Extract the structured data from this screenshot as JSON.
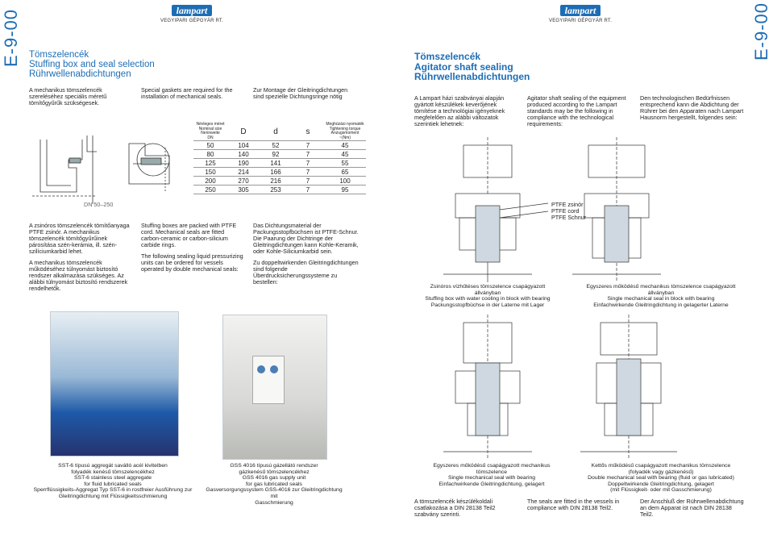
{
  "page": {
    "code_left": "E-9-00",
    "code_right": "E-9-00"
  },
  "logo_left": {
    "name": "lampart",
    "sub": "VEGYIPARI GÉPGYÁR RT."
  },
  "logo_right": {
    "name": "lampart",
    "sub": "VEGYIPARI GÉPGYÁR RT."
  },
  "left": {
    "title": [
      "Tömszelencék",
      "Stuffing box and seal selection",
      "Rührwellenabdichtungen"
    ],
    "intro_hu": "A mechanikus tömszelencék szereléséhez speciális méretű tömítőgyűrűk szükségesek.",
    "intro_en": "Special gaskets are required for the installation of mechanical seals.",
    "intro_de": "Zur Montage der Gleitringdichtungen sind spezielle Dichtungsringe nötig",
    "drawing_label": "DN 50–250",
    "table": {
      "head_nominal": [
        "Névleges méret",
        "Nominal size",
        "Nennweite",
        "DN"
      ],
      "head_D": "D",
      "head_d": "d",
      "head_s": "s",
      "head_torque": [
        "Meghúzási nyomaték",
        "Tightening torque",
        "Anzugsmoment",
        "~(Nm)"
      ],
      "rows": [
        [
          "50",
          "104",
          "52",
          "7",
          "45"
        ],
        [
          "80",
          "140",
          "92",
          "7",
          "45"
        ],
        [
          "125",
          "190",
          "141",
          "7",
          "55"
        ],
        [
          "150",
          "214",
          "166",
          "7",
          "65"
        ],
        [
          "200",
          "270",
          "216",
          "7",
          "100"
        ],
        [
          "250",
          "305",
          "253",
          "7",
          "95"
        ]
      ]
    },
    "body_hu_1": "A zsinóros tömszelencék tömítőanyaga PTFE zsinór. A mechanikus tömszelencék tömítőgyűrűinek párosítása szén-kerámia, ill. szén-szilíciumkarbid lehet.",
    "body_hu_2": "A mechanikus tömszelencék működéséhez túlnyomást biztosító rendszer alkalmazása szükséges. Az alábbi túlnyomást biztosító rendszerek rendelhetők.",
    "body_en_1": "Stuffing boxes are packed with PTFE cord. Mechanical seals are fitted carbon-ceramic or carbon-silicium carbide rings.",
    "body_en_2": "The following sealing liquid pressurizing units can be ordered for vessels operated by double mechanical seals:",
    "body_de_1": "Das Dichtungsmaterial der Packungsstopfbüchsen ist PTFE-Schnur. Die Paarung der Dichtringe der Gleitringdichtungen kann Kohle-Keramik, oder Kohle-Siliciumkarbid sein.",
    "body_de_2": "Zu doppeltwirkenden Gleitringdichtungen sind folgende Überdrucksicherungssysteme zu bestellen:",
    "caption_1": [
      "SST-6 típusú aggregát saválló acél kivitelben",
      "folyadék kenésű tömszelencékhez",
      "SST-6 stainless steel aggregate",
      "for fluid lubricated seals",
      "Sperrflüssigkeits-Aggregat Typ SST-6 in rostfreier Ausführung zur",
      "Gleitringdichtung mit Flüssigkeitsschmierung"
    ],
    "caption_2": [
      "GSS 4016 típusú gázellátó rendszer",
      "gázkenésű tömszelencékhez",
      "GSS 4016 gas supply unit",
      "for gas lubricated seals",
      "Gasversorgungssystem GSS-4016 zur Gleitringdichtung mit",
      "Gasschmierung"
    ]
  },
  "right": {
    "title": [
      "Tömszelencék",
      "Agitator shaft sealing",
      "Rührwellenabdichtungen"
    ],
    "intro_hu": "A Lampart házi szabványai alapján gyártott készülékek keverőjének tömítése a technológiai igényeknek megfelelően az alábbi változatok szerintiek lehetnek:",
    "intro_en": "Agitator shaft sealing of the equipment produced according to the Lampart standards may be the following in compliance with the technological requirements:",
    "intro_de": "Den technologischen Bedürfnissen entsprechend kann die Abdichtung der Rührer bei den Apparaten nach Lampart Hausnorm hergestellt, folgendes sein:",
    "ptfe_labels": [
      "PTFE zsinór",
      "PTFE cord",
      "PTFE Schnur"
    ],
    "caption_a": [
      "Zsinóros vízhűtéses tömszelence csapágyazott állványban",
      "Stuffing box with water cooling in block with bearing",
      "Packungsstopfbüchse in der Laterne mit Lager"
    ],
    "caption_b": [
      "Egyszeres működésű mechanikus tömszelence csapágyazott állványban",
      "Single mechanical seal in block with bearing",
      "Einfachwirkende Gleitringdichtung in gelagerter Laterne"
    ],
    "caption_c": [
      "Egyszeres működésű csapágyazott mechanikus tömszelence",
      "Single mechanical seal with bearing",
      "Einfachwirkende Gleitringdichtung, gelagert"
    ],
    "caption_d": [
      "Kettős működésű csapágyazott mechanikus tömszelence",
      "(folyadék vagy gázkenésű)",
      "Double mechanical seal with bearing (fluid or gas lubricated)",
      "Doppeltwirkende Gleitringdichtung, gelagert",
      "(mit Flüssigkeit- oder mit Gasschmierung)"
    ],
    "footer_hu": "A tömszelencék készülékoldali csatlakozása a DIN 28138 Teil2 szabvány szerinti.",
    "footer_en": "The seals are fitted in the vessels in compliance with DIN 28138 Teil2.",
    "footer_de": "Der Anschluß der Rührwellenabdichtung an dem Apparat ist nach DIN 28138 Teil2."
  }
}
